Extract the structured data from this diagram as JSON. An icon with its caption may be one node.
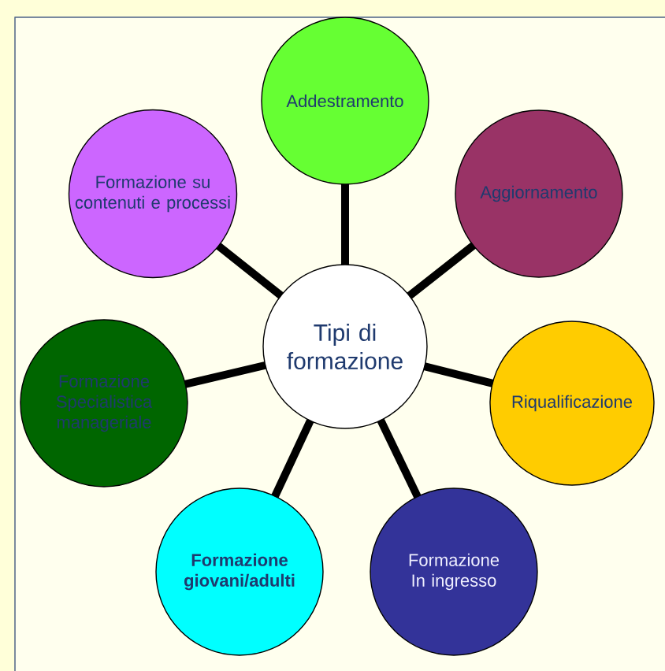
{
  "diagram": {
    "nodes": [
      {
        "text": [
          "Tipi di formazione"
        ]
      },
      {
        "text": [
          "Addestramento"
        ]
      },
      {
        "text": [
          "Aggiornamento"
        ]
      },
      {
        "text": [
          "Riqualificazione"
        ]
      },
      {
        "text": [
          "Formazione In ingresso"
        ]
      },
      {
        "text": [
          "Formazione giovani/adulti"
        ]
      },
      {
        "text": [
          "Formazione Specialistica manageriale"
        ]
      },
      {
        "text": [
          "Formazione su contenuti e processi"
        ]
      }
    ],
    "edges": [
      {
        "from": 0,
        "to": 1,
        "arrow": "none"
      },
      {
        "from": 0,
        "to": 2,
        "arrow": "none"
      },
      {
        "from": 0,
        "to": 3,
        "arrow": "none"
      },
      {
        "from": 0,
        "to": 4,
        "arrow": "none"
      },
      {
        "from": 0,
        "to": 5,
        "arrow": "none"
      },
      {
        "from": 0,
        "to": 6,
        "arrow": "none"
      },
      {
        "from": 0,
        "to": 7,
        "arrow": "none"
      }
    ]
  }
}
